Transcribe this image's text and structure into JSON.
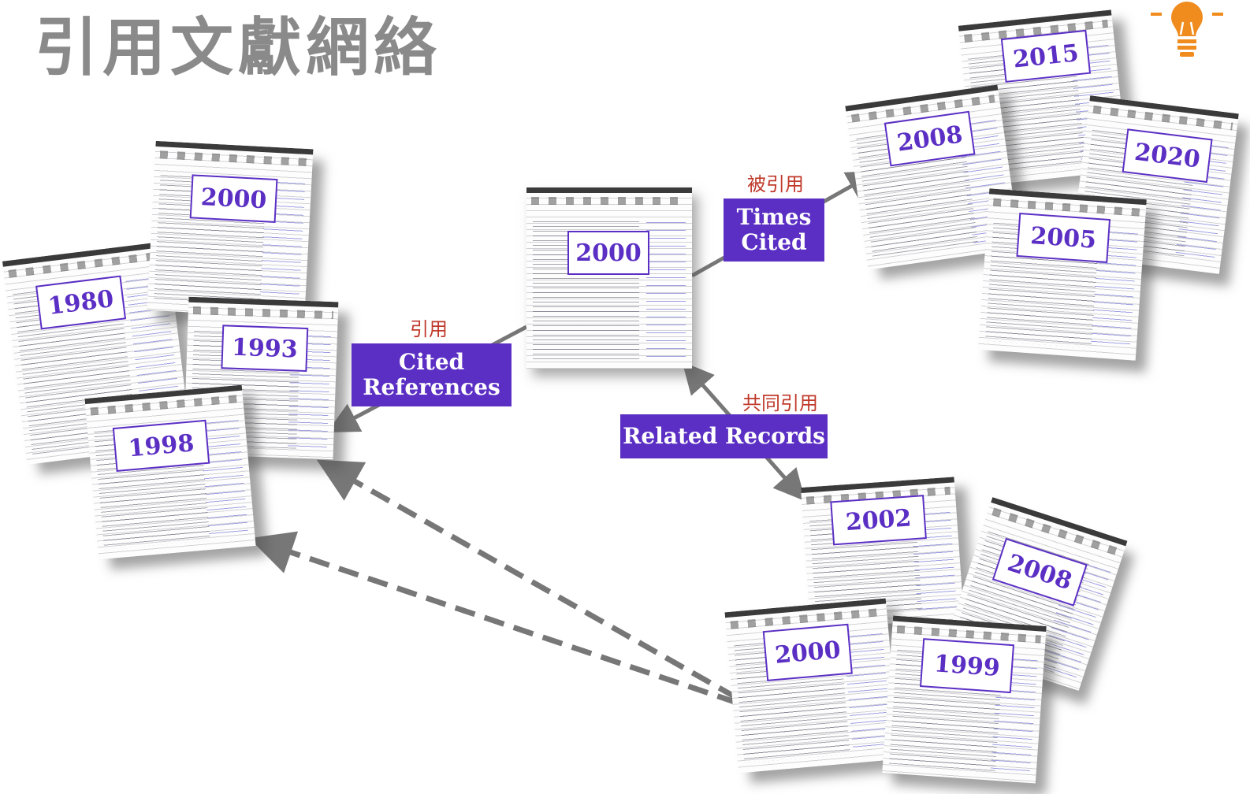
{
  "title": "引用文獻網絡",
  "colors": {
    "accent": "#5b2fc4",
    "zh_label": "#c0392b",
    "title": "#8a8a8a",
    "arrow": "#777777",
    "bulb": "#f08c1e"
  },
  "icon": "lightbulb-icon",
  "center": {
    "year": "2000"
  },
  "cited": {
    "zh": "引用",
    "label_line1": "Cited",
    "label_line2": "References",
    "years": [
      "2000",
      "1980",
      "1993",
      "1998"
    ]
  },
  "times_cited": {
    "zh": "被引用",
    "label_line1": "Times",
    "label_line2": "Cited",
    "years": [
      "2015",
      "2008",
      "2020",
      "2005"
    ]
  },
  "related": {
    "zh": "共同引用",
    "label": "Related Records",
    "years": [
      "2002",
      "2008",
      "2000",
      "1999"
    ]
  }
}
